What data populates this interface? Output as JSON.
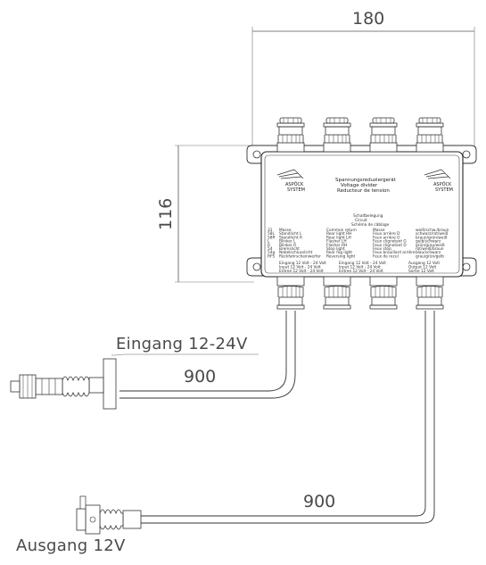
{
  "dimensions": {
    "width": "180",
    "height": "116",
    "cable_input_length": "900",
    "cable_output_length": "900"
  },
  "labels": {
    "input": "Eingang 12-24V",
    "output": "Ausgang 12V"
  },
  "device": {
    "title_lines": [
      "Spannungsreduziergerät",
      "Voltage divider",
      "Reducteur de tension"
    ],
    "logo_left": [
      "ASPÖCK",
      "SYSTEM"
    ],
    "logo_right": [
      "ASPÖCK",
      "SYSTEM"
    ],
    "schematic_title": [
      "Schaltbelegung",
      "Circuit",
      "Schéma de câblage"
    ],
    "pin_table": [
      [
        "31",
        "Masse",
        "Common return",
        "Masse",
        "weiß/schw./braun"
      ],
      [
        "58L",
        "Standlicht L",
        "Rear light RH",
        "Feux arrière D",
        "schwarz/rot/weiß"
      ],
      [
        "58R",
        "Standlicht R",
        "Rear light LH",
        "Feux arrière G",
        "braun/grün/weiß"
      ],
      [
        "L",
        "Blinker L",
        "Flasher LH",
        "Feux clignotant G",
        "gelb/schwarz"
      ],
      [
        "R",
        "Blinker R",
        "Flasher RH",
        "Feux clignotant D",
        "grün/grau/weiß"
      ],
      [
        "54",
        "Bremslicht",
        "Stop light",
        "Feux stop",
        "rot/weiß/braun"
      ],
      [
        "54g",
        "Nebelschlusslicht",
        "Rear fog light",
        "Feux brouillard arrière",
        "blau/schwarz"
      ],
      [
        "RFS",
        "Rückfahrscheinwerfer",
        "Reversing light",
        "Feux de recul",
        "grau/grün/gelb"
      ]
    ],
    "port_info": [
      [
        "Eingang   12 Volt - 24 Volt",
        "Input   12 Volt - 24 Volt",
        "Entree   12 Volt - 24 Volt"
      ],
      [
        "Eingang   12 Volt - 24 Volt",
        "Input   12 Volt - 24 Volt",
        "Entree   12 Volt - 24 Volt"
      ],
      [
        "Ausgang   12 Volt",
        "Output   12 Volt",
        "Sortie   12 Volt"
      ]
    ]
  }
}
